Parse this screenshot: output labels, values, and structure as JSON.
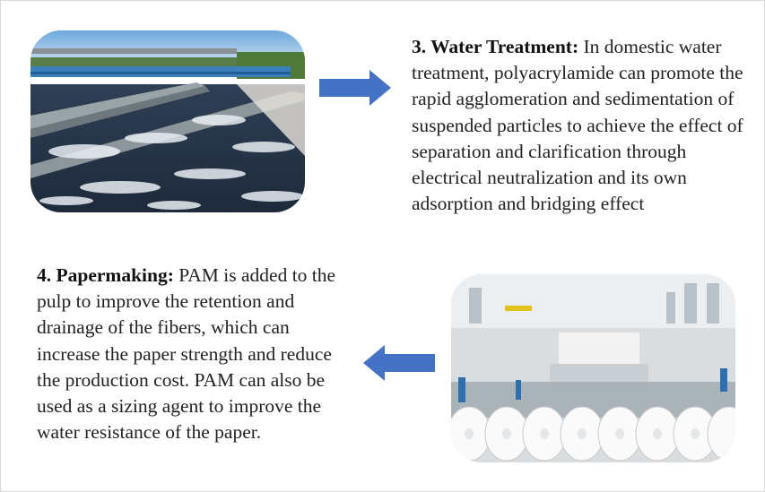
{
  "sections": [
    {
      "id": "water-treatment",
      "heading": "3. Water Treatment:",
      "body": " In domestic water treatment, polyacrylamide can promote the rapid agglomeration and sedimentation of suspended particles to achieve the effect of separation and clarification through electrical neutralization and its own adsorption and bridging effect",
      "image_icon": "water-treatment-tank-photo",
      "arrow_direction": "right"
    },
    {
      "id": "papermaking",
      "heading": "4. Papermaking:",
      "body": " PAM is added to the pulp to improve the retention and drainage of the fibers, which can increase the paper strength and reduce the production cost. PAM can also be used as a sizing agent to improve the water resistance of the paper.",
      "image_icon": "paper-mill-rolls-photo",
      "arrow_direction": "left"
    }
  ],
  "colors": {
    "arrow": "#4472c4",
    "text": "#222222",
    "border": "#d9d9d9"
  }
}
